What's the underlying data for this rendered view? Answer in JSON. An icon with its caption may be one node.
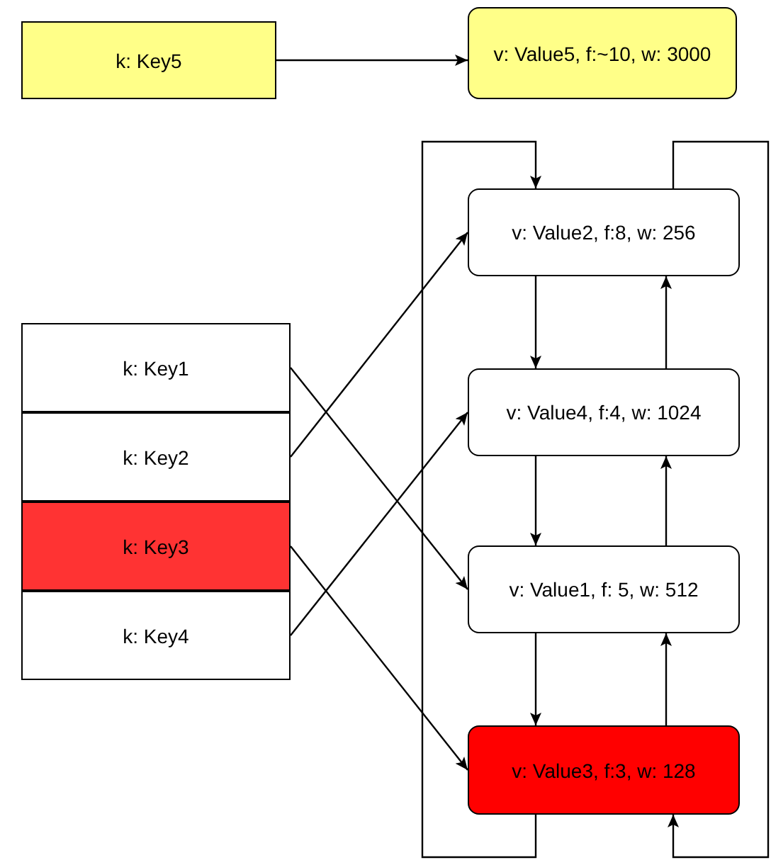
{
  "diagram": {
    "nodes": [
      {
        "text": [
          "k: Key5"
        ]
      },
      {
        "text": [
          "v: Value5, f:~10, w: 3000"
        ]
      },
      {
        "text": [
          "k: Key1"
        ]
      },
      {
        "text": [
          "k: Key2"
        ]
      },
      {
        "text": [
          "k: Key3"
        ]
      },
      {
        "text": [
          "k: Key4"
        ]
      },
      {
        "text": [
          "v: Value2, f:8, w: 256"
        ]
      },
      {
        "text": [
          "v: Value4, f:4, w: 1024"
        ]
      },
      {
        "text": [
          "v: Value1, f: 5, w: 512"
        ]
      },
      {
        "text": [
          "v: Value3, f:3, w: 128"
        ]
      }
    ],
    "edges": [
      {
        "from": 0,
        "to": 1,
        "arrow": "to"
      },
      {
        "from": 2,
        "to": 8,
        "arrow": "to"
      },
      {
        "from": 3,
        "to": 6,
        "arrow": "to"
      },
      {
        "from": 4,
        "to": 9,
        "arrow": "to"
      },
      {
        "from": 5,
        "to": 7,
        "arrow": "to"
      },
      {
        "from": 6,
        "to": 7,
        "arrow": "to"
      },
      {
        "from": 7,
        "to": 8,
        "arrow": "to"
      },
      {
        "from": 8,
        "to": 9,
        "arrow": "to"
      },
      {
        "from": 9,
        "to": 8,
        "arrow": "to"
      },
      {
        "from": 8,
        "to": 7,
        "arrow": "to"
      },
      {
        "from": 7,
        "to": 6,
        "arrow": "to"
      },
      {
        "from": 9,
        "to": 6,
        "arrow": "to"
      },
      {
        "from": 6,
        "to": 9,
        "arrow": "to"
      }
    ]
  }
}
